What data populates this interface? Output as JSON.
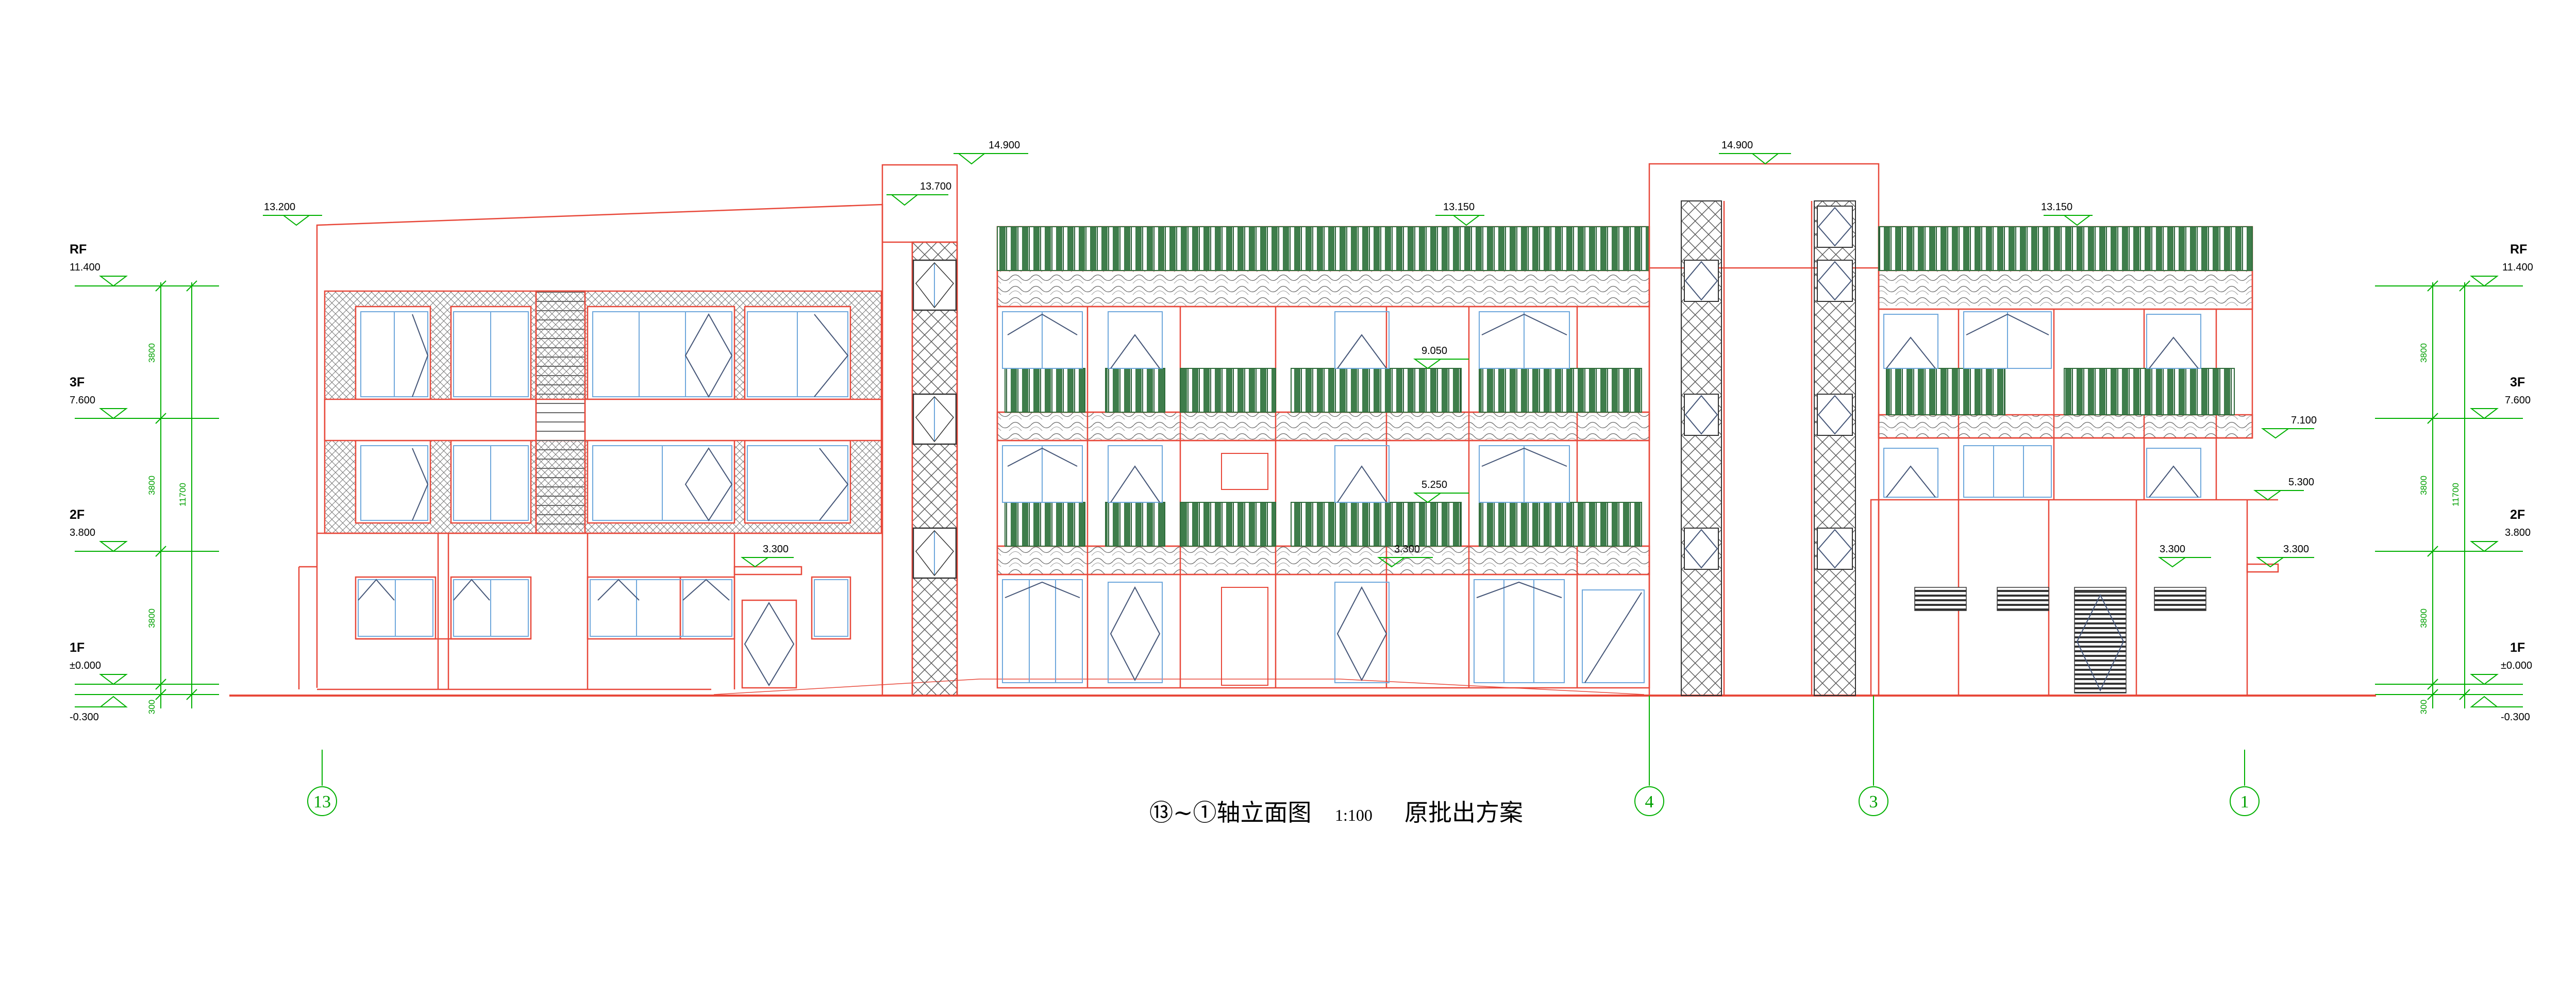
{
  "drawing": {
    "caption": "⑬~①轴立面图",
    "scale": "1:100",
    "status": "原批出方案"
  },
  "levels": [
    {
      "name": "RF",
      "value": "11.400"
    },
    {
      "name": "3F",
      "value": "7.600"
    },
    {
      "name": "2F",
      "value": "3.800"
    },
    {
      "name": "1F",
      "value": "±0.000"
    },
    {
      "name": "",
      "value": "-0.300"
    }
  ],
  "level_dims": [
    "3800",
    "3800",
    "3800",
    "300"
  ],
  "level_total": "11700",
  "elevation_marks": {
    "parapet_left": "13.200",
    "stair_left_top": "14.900",
    "stair_left_sub": "13.700",
    "rail_center": "13.150",
    "stair_right_top": "14.900",
    "rail_right": "13.150",
    "balcony_3f": "9.050",
    "balcony_2f": "5.250",
    "canopy_left": "3.300",
    "canopy_center": "3.300",
    "roof_right": "7.100",
    "canopy_right_top": "5.300",
    "canopy_right_a": "3.300",
    "canopy_right_b": "3.300"
  },
  "axes": [
    "13",
    "4",
    "3",
    "1"
  ],
  "colors": {
    "wall": "#e8483a",
    "dimension": "#00b000",
    "window": "#6fa8dc",
    "railing": "#2e6b3a",
    "ink": "#000000"
  }
}
